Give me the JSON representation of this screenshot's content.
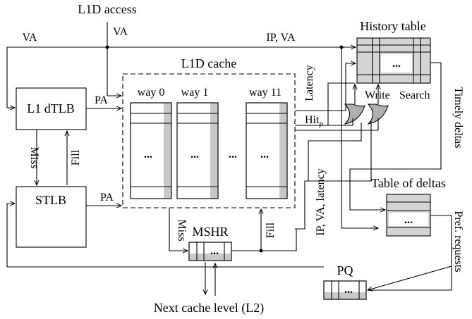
{
  "labels": {
    "l1d_access": "L1D access",
    "va_left": "VA",
    "va_mid": "VA",
    "ip_va": "IP, VA",
    "history_table": "History table",
    "l1d_cache": "L1D cache",
    "l1_dtlb": "L1 dTLB",
    "stlb": "STLB",
    "pa_top": "PA",
    "pa_bottom": "PA",
    "miss_tlb": "Miss",
    "fill_tlb": "Fill",
    "way0": "way 0",
    "way1": "way 1",
    "way11": "way 11",
    "ellipsis": "...",
    "latency": "Latency",
    "hit": "Hit",
    "hit_sub": "p",
    "write": "Write",
    "search": "Search",
    "timely_deltas": "Timely deltas",
    "table_of_deltas": "Table of deltas",
    "ip_va_latency": "IP, VA, latency",
    "mshr": "MSHR",
    "miss_mshr": "Miss",
    "fill_mshr": "Fill",
    "pq": "PQ",
    "pref_requests": "Pref. requests",
    "next_level": "Next cache level (L2)"
  }
}
